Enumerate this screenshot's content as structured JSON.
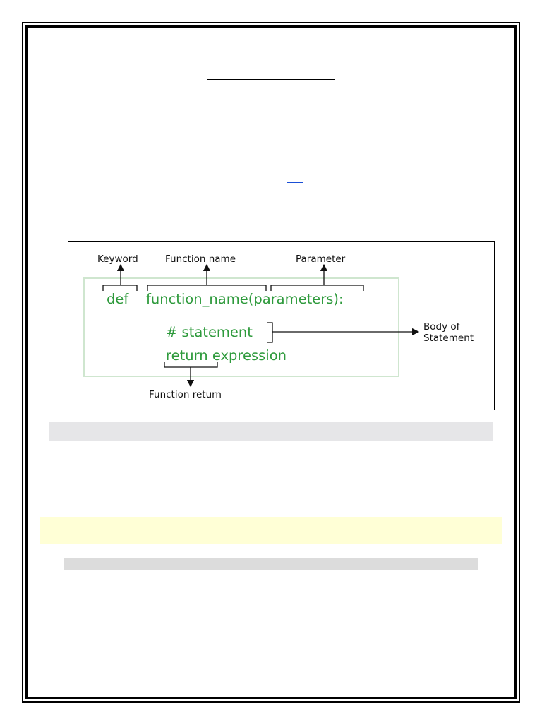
{
  "figure": {
    "labels": {
      "keyword": "Keyword",
      "function_name": "Function name",
      "parameter": "Parameter",
      "body_line1": "Body of",
      "body_line2": "Statement",
      "function_return": "Function return"
    },
    "code": {
      "def": "def",
      "signature": "function_name(parameters):",
      "statement": "# statement",
      "return_line": "return expression"
    },
    "colors": {
      "code_green": "#2e9a3c",
      "box_border_green": "#cfe6cf"
    }
  }
}
